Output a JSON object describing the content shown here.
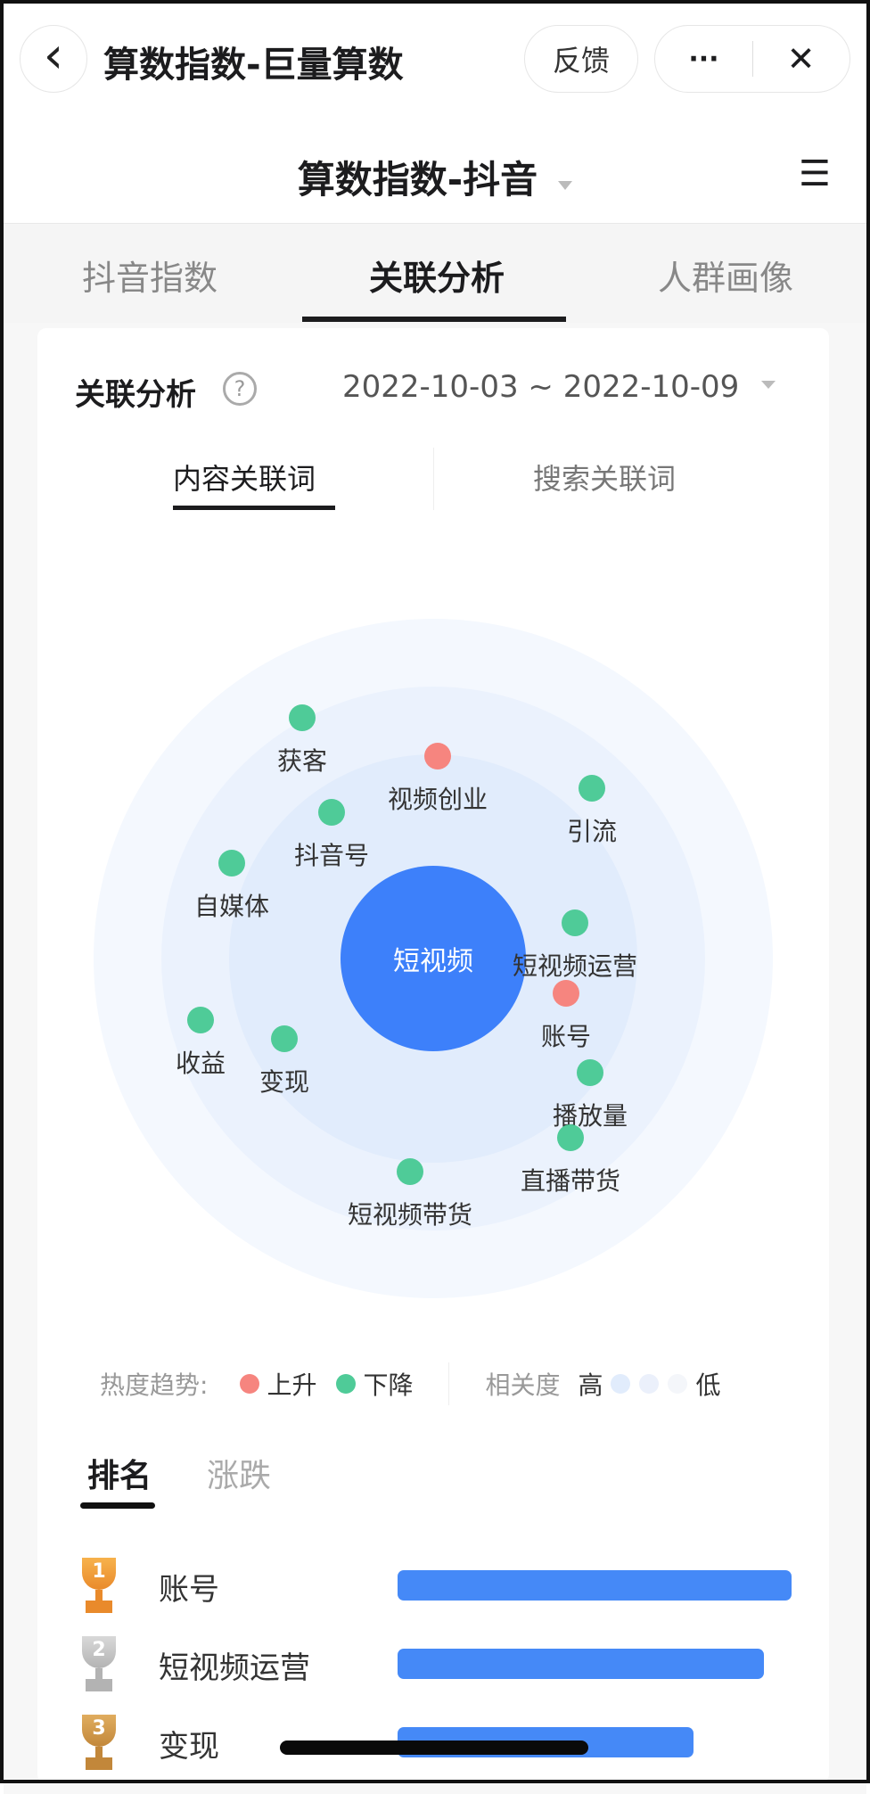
{
  "nav": {
    "title": "算数指数-巨量算数",
    "feedback": "反馈",
    "more": "···",
    "close": "✕",
    "back": "‹"
  },
  "header": {
    "title": "算数指数-抖音",
    "menu": "☰"
  },
  "tabs": [
    {
      "label": "抖音指数"
    },
    {
      "label": "关联分析"
    },
    {
      "label": "人群画像"
    }
  ],
  "section": {
    "title": "关联分析",
    "help": "?",
    "date_range": "2022-10-03 ~ 2022-10-09"
  },
  "subtabs": [
    {
      "label": "内容关联词"
    },
    {
      "label": "搜索关联词"
    }
  ],
  "colors": {
    "center": "#3d80fa",
    "rise": "#f6857f",
    "fall": "#4fcb98",
    "bar": "#4589f7"
  },
  "chart_data": {
    "type": "bubble-relation",
    "center": "短视频",
    "nodes": [
      {
        "label": "获客",
        "trend": "fall"
      },
      {
        "label": "视频创业",
        "trend": "rise"
      },
      {
        "label": "引流",
        "trend": "fall"
      },
      {
        "label": "抖音号",
        "trend": "fall"
      },
      {
        "label": "自媒体",
        "trend": "fall"
      },
      {
        "label": "短视频运营",
        "trend": "fall"
      },
      {
        "label": "账号",
        "trend": "rise"
      },
      {
        "label": "收益",
        "trend": "fall"
      },
      {
        "label": "变现",
        "trend": "fall"
      },
      {
        "label": "播放量",
        "trend": "fall"
      },
      {
        "label": "直播带货",
        "trend": "fall"
      },
      {
        "label": "短视频带货",
        "trend": "fall"
      }
    ]
  },
  "legend": {
    "trend_label": "热度趋势:",
    "rise": "上升",
    "fall": "下降",
    "relevance_label": "相关度",
    "high": "高",
    "low": "低"
  },
  "rank_tabs": [
    {
      "label": "排名"
    },
    {
      "label": "涨跌"
    }
  ],
  "ranking": [
    {
      "rank": "1",
      "label": "账号",
      "value": 100
    },
    {
      "rank": "2",
      "label": "短视频运营",
      "value": 93
    },
    {
      "rank": "3",
      "label": "变现",
      "value": 75
    }
  ]
}
